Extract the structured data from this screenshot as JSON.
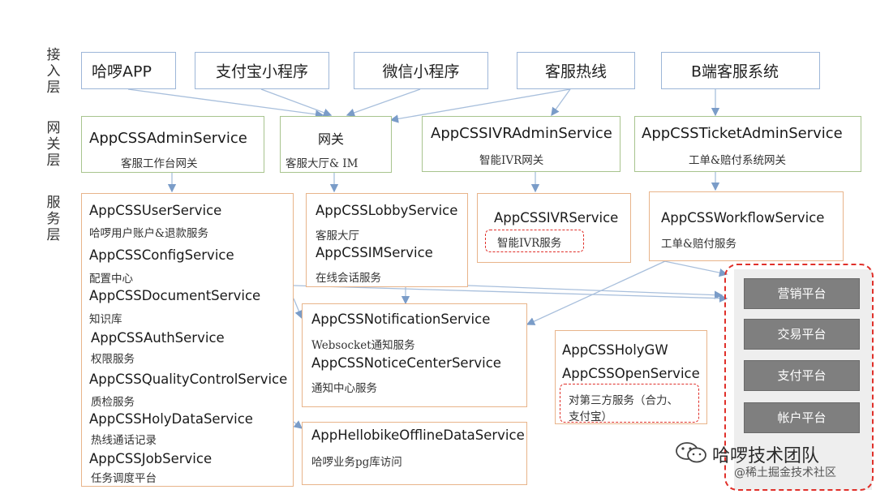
{
  "layers": {
    "access": "接\n入\n层",
    "gateway": "网\n关\n层",
    "service": "服\n务\n层"
  },
  "access_layer": {
    "hello_app": "哈啰APP",
    "alipay_mini": "支付宝小程序",
    "wechat_mini": "微信小程序",
    "hotline": "客服热线",
    "b_side": "B端客服系统"
  },
  "gateway_layer": {
    "admin": {
      "name": "AppCSSAdminService",
      "desc": "客服工作台网关"
    },
    "gateway": {
      "name": "网关",
      "desc": "客服大厅& IM"
    },
    "ivr_admin": {
      "name": "AppCSSIVRAdminService",
      "desc": "智能IVR网关"
    },
    "ticket_admin": {
      "name": "AppCSSTicketAdminService",
      "desc": "工单&赔付系统网关"
    }
  },
  "service_layer": {
    "left_column": [
      {
        "name": "AppCSSUserService",
        "desc": "哈啰用户账户&退款服务"
      },
      {
        "name": "AppCSSConfigService",
        "desc": "配置中心"
      },
      {
        "name": "AppCSSDocumentService",
        "desc": "知识库"
      },
      {
        "name": "AppCSSAuthService",
        "desc": "权限服务"
      },
      {
        "name": "AppCSSQualityControlService",
        "desc": "质检服务"
      },
      {
        "name": "AppCSSHolyDataService",
        "desc": "热线通话记录"
      },
      {
        "name": "AppCSSJobService",
        "desc": "任务调度平台"
      }
    ],
    "lobby": {
      "name": "AppCSSLobbyService",
      "desc": "客服大厅"
    },
    "im": {
      "name": "AppCSSIMService",
      "desc": "在线会话服务"
    },
    "ivr": {
      "name": "AppCSSIVRService",
      "desc": "智能IVR服务"
    },
    "workflow": {
      "name": "AppCSSWorkflowService",
      "desc": "工单&赔付服务"
    },
    "notification": {
      "name": "AppCSSNotificationService",
      "desc": "Websocket通知服务"
    },
    "notice_center": {
      "name": "AppCSSNoticeCenterService",
      "desc": "通知中心服务"
    },
    "offline": {
      "name": "AppHellobikeOfflineDataService",
      "desc": "哈啰业务pg库访问"
    },
    "holy_gw": {
      "name": "AppCSSHolyGW"
    },
    "open": {
      "name": "AppCSSOpenService",
      "desc": "对第三方服务（合力、\n支付宝）"
    }
  },
  "platforms": [
    "营销平台",
    "交易平台",
    "支付平台",
    "帐户平台"
  ],
  "watermark": {
    "title": "哈啰技术团队",
    "sub": "@稀土掘金技术社区"
  },
  "colors": {
    "arrow": "#9db6d8",
    "access_border": "#9db6d8",
    "gateway_border": "#a8c48e",
    "service_border": "#e8b48a",
    "highlight": "#e0302a",
    "platform_fill": "#7f7f7f"
  }
}
